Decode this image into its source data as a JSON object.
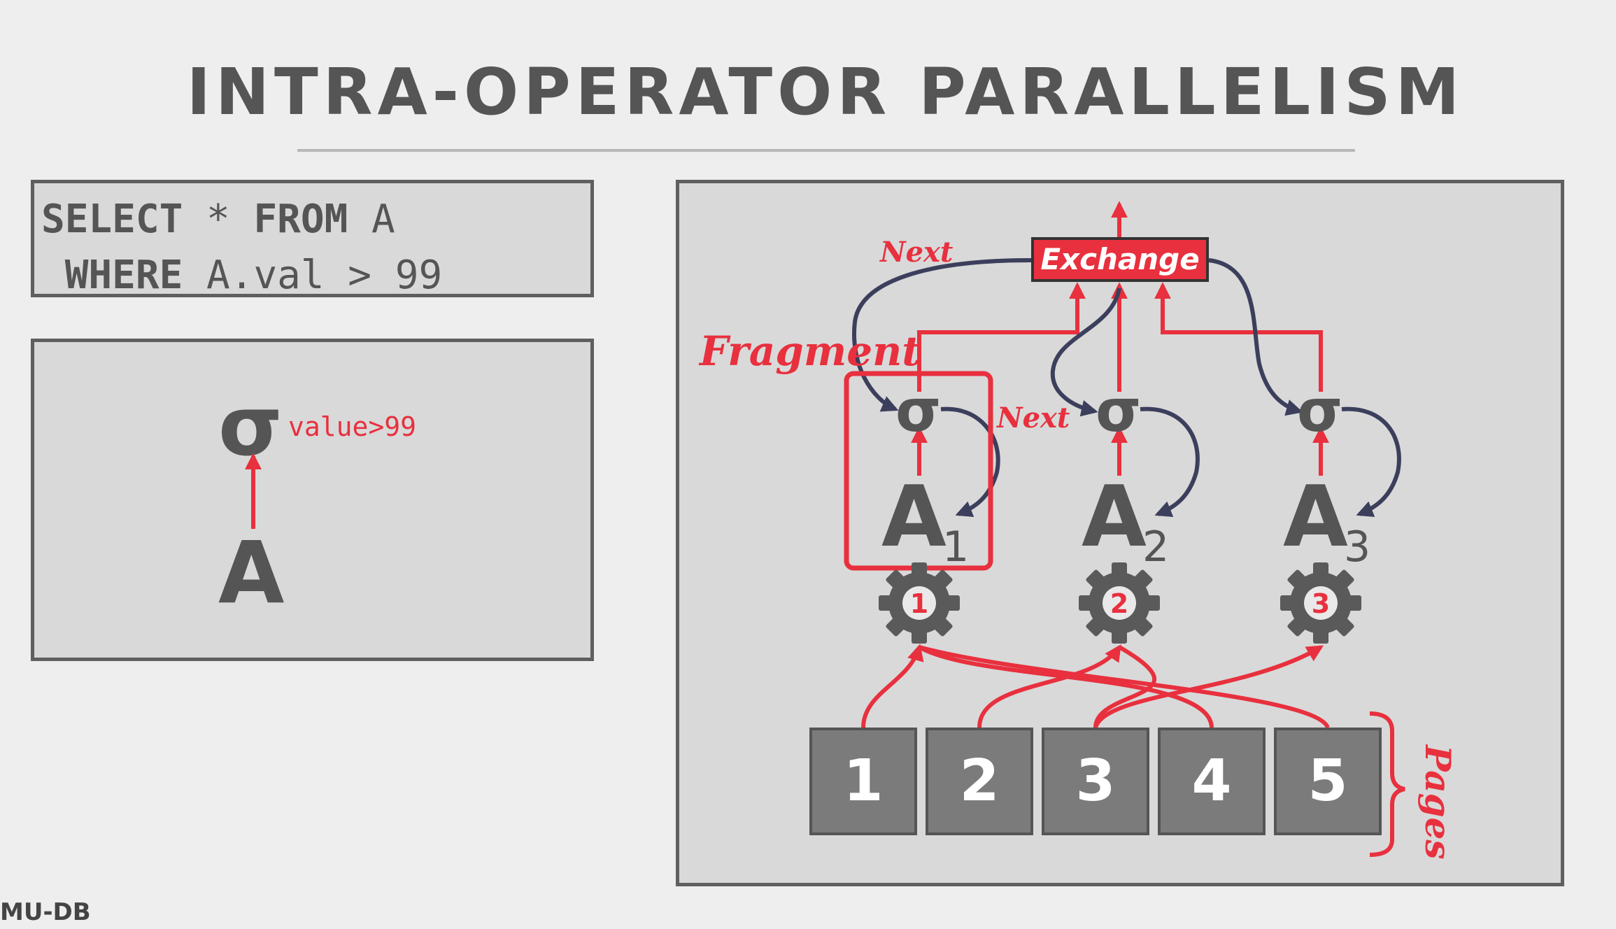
{
  "title": "INTRA-OPERATOR PARALLELISM",
  "query": {
    "line1_kw1": "SELECT",
    "line1_rest": " * ",
    "line1_kw2": "FROM",
    "line1_tail": " A",
    "line2_kw": " WHERE",
    "line2_tail": " A.val > 99"
  },
  "plan": {
    "operator": "σ",
    "predicate": "value>99",
    "table": "A"
  },
  "parallel": {
    "exchange_label": "Exchange",
    "fragment_label": "Fragment",
    "next_label_top": "Next",
    "next_label_mid": "Next",
    "pages_label": "Pages",
    "workers": [
      {
        "sigma": "σ",
        "table": "A",
        "subscript": "1",
        "gear_number": "1"
      },
      {
        "sigma": "σ",
        "table": "A",
        "subscript": "2",
        "gear_number": "2"
      },
      {
        "sigma": "σ",
        "table": "A",
        "subscript": "3",
        "gear_number": "3"
      }
    ],
    "pages": [
      "1",
      "2",
      "3",
      "4",
      "5"
    ]
  },
  "footer": {
    "logo": "MU-DB"
  },
  "colors": {
    "accent_red": "#e8303e",
    "navy": "#3c3f5c",
    "gray_text": "#555555",
    "panel": "#d9d9d9"
  }
}
